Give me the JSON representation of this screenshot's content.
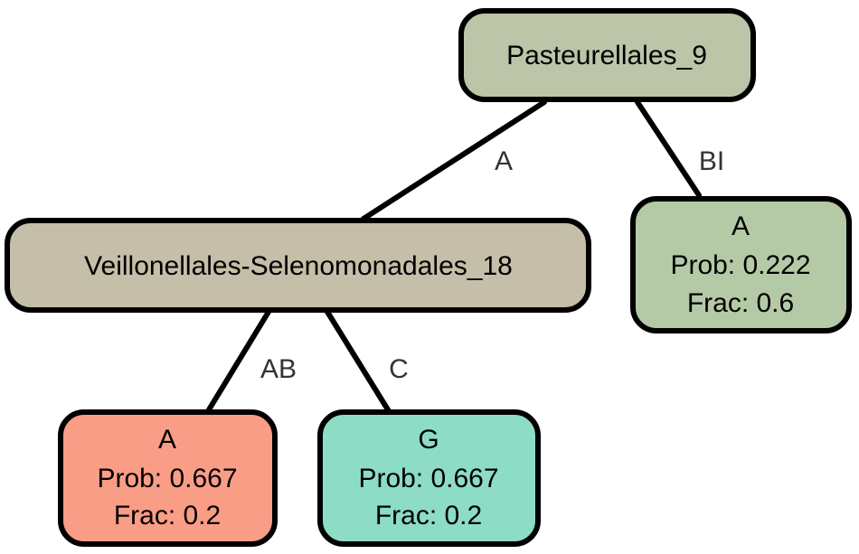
{
  "nodes": {
    "root": {
      "label": "Pasteurellales_9",
      "color": "#bdc5a9"
    },
    "veillonellales": {
      "label": "Veillonellales-Selenomonadales_18",
      "color": "#c5bea8"
    },
    "leaf_a_right": {
      "lines": [
        "A",
        "Prob: 0.222",
        "Frac: 0.6"
      ],
      "color": "#b4caa6"
    },
    "leaf_a_left": {
      "lines": [
        "A",
        "Prob: 0.667",
        "Frac: 0.2"
      ],
      "color": "#fa9d87"
    },
    "leaf_g": {
      "lines": [
        "G",
        "Prob: 0.667",
        "Frac: 0.2"
      ],
      "color": "#8ddcc6"
    }
  },
  "edges": {
    "root_to_veillonellales": {
      "label": "A"
    },
    "root_to_leaf_a_right": {
      "label": "BI"
    },
    "veillonellales_to_leaf_a_left": {
      "label": "AB"
    },
    "veillonellales_to_leaf_g": {
      "label": "C"
    }
  }
}
